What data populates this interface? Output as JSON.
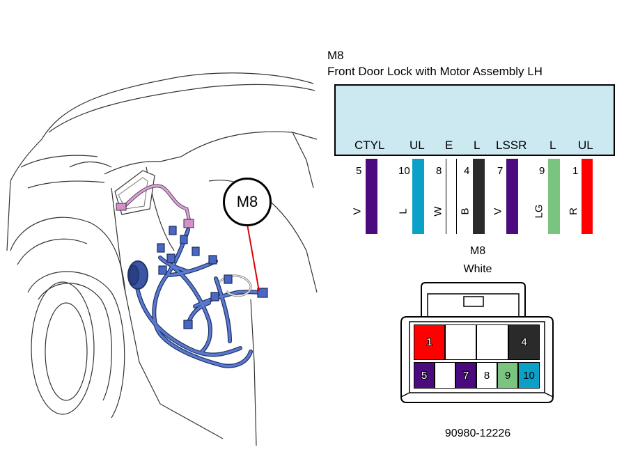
{
  "connector_code": "M8",
  "connector_title": "Front Door Lock with Motor Assembly LH",
  "callout_label": "M8",
  "terminals": [
    {
      "label": "CTYL",
      "pin": "5",
      "color_code": "V",
      "hex": "#4b0a7d"
    },
    {
      "label": "UL",
      "pin": "10",
      "color_code": "L",
      "hex": "#0aa0c8"
    },
    {
      "label": "E",
      "pin": "8",
      "color_code": "W",
      "hex": "#ffffff"
    },
    {
      "label": "L",
      "pin": "4",
      "color_code": "B",
      "hex": "#2a2a2a"
    },
    {
      "label": "LSSR",
      "pin": "7",
      "color_code": "V",
      "hex": "#4b0a7d"
    },
    {
      "label": "L",
      "pin": "9",
      "color_code": "LG",
      "hex": "#7ac47f"
    },
    {
      "label": "UL",
      "pin": "1",
      "color_code": "R",
      "hex": "#ff0000"
    }
  ],
  "connector_view": {
    "name": "M8",
    "color_name": "White",
    "part_number": "90980-12226",
    "top_row": [
      {
        "pin": "1",
        "hex": "#ff0000"
      },
      {
        "pin": "",
        "hex": "#ffffff"
      },
      {
        "pin": "",
        "hex": "#ffffff"
      },
      {
        "pin": "4",
        "hex": "#2a2a2a"
      }
    ],
    "bottom_row": [
      {
        "pin": "5",
        "hex": "#4b0a7d"
      },
      {
        "pin": "",
        "hex": "#ffffff"
      },
      {
        "pin": "7",
        "hex": "#4b0a7d"
      },
      {
        "pin": "8",
        "hex": "#ffffff"
      },
      {
        "pin": "9",
        "hex": "#7ac47f"
      },
      {
        "pin": "10",
        "hex": "#0aa0c8"
      }
    ]
  }
}
